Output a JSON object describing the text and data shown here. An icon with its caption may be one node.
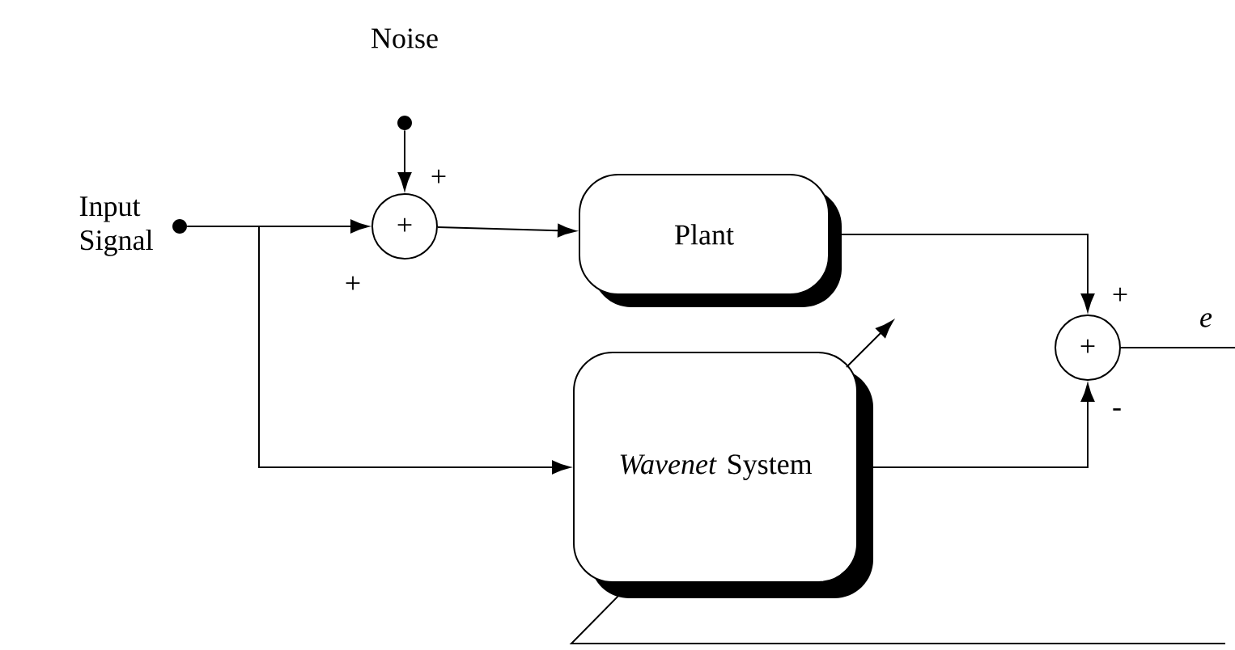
{
  "diagram": {
    "nodes": [
      {
        "text": [
          "Noise"
        ]
      },
      {
        "text": [
          "Input Signal"
        ]
      },
      {
        "text": [
          "+"
        ],
        "beside": [
          "+",
          "+"
        ]
      },
      {
        "text": [
          "Plant"
        ]
      },
      {
        "text": [
          "*Wavenet* System"
        ]
      },
      {
        "text": [
          "+"
        ],
        "beside": [
          "+",
          "-"
        ]
      }
    ],
    "edges": [
      {
        "from": 0,
        "to": 2,
        "arrow": "to"
      },
      {
        "from": 1,
        "to": 2,
        "arrow": "to"
      },
      {
        "from": 1,
        "to": 4,
        "arrow": "to"
      },
      {
        "from": 2,
        "to": 3,
        "arrow": "to"
      },
      {
        "from": 3,
        "to": 5,
        "arrow": "to"
      },
      {
        "from": 4,
        "to": 5,
        "arrow": "to"
      },
      {
        "from": 5,
        "to": null,
        "arrow": "none",
        "label": "e"
      },
      {
        "from": null,
        "to": 4,
        "arrow": "none"
      }
    ]
  }
}
